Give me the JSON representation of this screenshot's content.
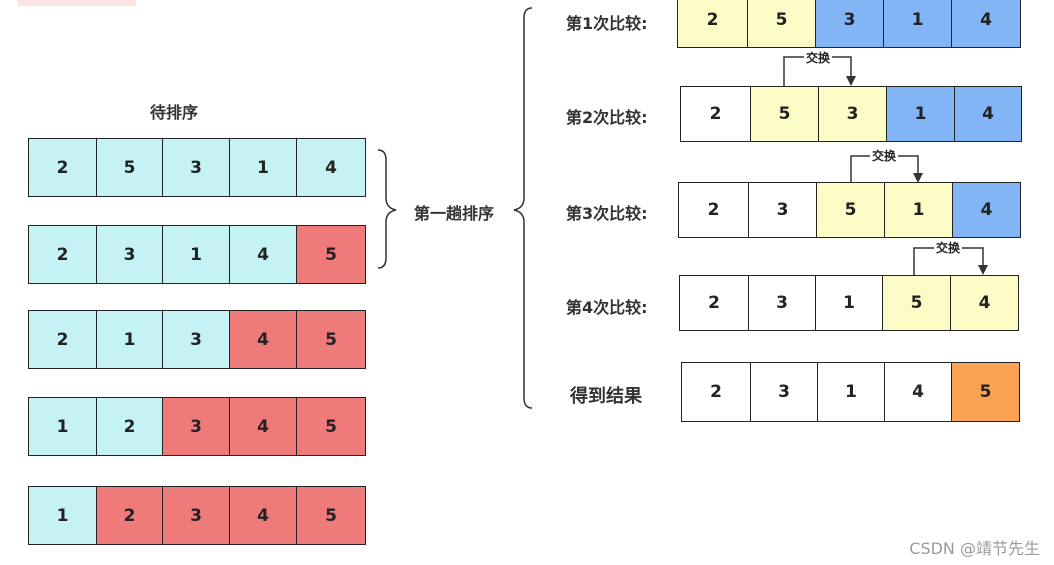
{
  "left": {
    "title": "待排序",
    "rows": [
      {
        "cells": [
          {
            "v": "2",
            "c": "cyan"
          },
          {
            "v": "5",
            "c": "cyan"
          },
          {
            "v": "3",
            "c": "cyan"
          },
          {
            "v": "1",
            "c": "cyan"
          },
          {
            "v": "4",
            "c": "cyan"
          }
        ]
      },
      {
        "cells": [
          {
            "v": "2",
            "c": "cyan"
          },
          {
            "v": "3",
            "c": "cyan"
          },
          {
            "v": "1",
            "c": "cyan"
          },
          {
            "v": "4",
            "c": "cyan"
          },
          {
            "v": "5",
            "c": "red"
          }
        ]
      },
      {
        "cells": [
          {
            "v": "2",
            "c": "cyan"
          },
          {
            "v": "1",
            "c": "cyan"
          },
          {
            "v": "3",
            "c": "cyan"
          },
          {
            "v": "4",
            "c": "red"
          },
          {
            "v": "5",
            "c": "red"
          }
        ]
      },
      {
        "cells": [
          {
            "v": "1",
            "c": "cyan"
          },
          {
            "v": "2",
            "c": "cyan"
          },
          {
            "v": "3",
            "c": "red"
          },
          {
            "v": "4",
            "c": "red"
          },
          {
            "v": "5",
            "c": "red"
          }
        ]
      },
      {
        "cells": [
          {
            "v": "1",
            "c": "cyan"
          },
          {
            "v": "2",
            "c": "red"
          },
          {
            "v": "3",
            "c": "red"
          },
          {
            "v": "4",
            "c": "red"
          },
          {
            "v": "5",
            "c": "red"
          }
        ]
      }
    ]
  },
  "middle": {
    "label": "第一趟排序"
  },
  "right": {
    "swap_label": "交换",
    "rows": [
      {
        "label": "第1次比较:",
        "cells": [
          {
            "v": "2",
            "c": "yellow"
          },
          {
            "v": "5",
            "c": "yellow"
          },
          {
            "v": "3",
            "c": "blue"
          },
          {
            "v": "1",
            "c": "blue"
          },
          {
            "v": "4",
            "c": "blue"
          }
        ]
      },
      {
        "label": "第2次比较:",
        "cells": [
          {
            "v": "2",
            "c": "white"
          },
          {
            "v": "5",
            "c": "yellow"
          },
          {
            "v": "3",
            "c": "yellow"
          },
          {
            "v": "1",
            "c": "blue"
          },
          {
            "v": "4",
            "c": "blue"
          }
        ]
      },
      {
        "label": "第3次比较:",
        "cells": [
          {
            "v": "2",
            "c": "white"
          },
          {
            "v": "3",
            "c": "white"
          },
          {
            "v": "5",
            "c": "yellow"
          },
          {
            "v": "1",
            "c": "yellow"
          },
          {
            "v": "4",
            "c": "blue"
          }
        ]
      },
      {
        "label": "第4次比较:",
        "cells": [
          {
            "v": "2",
            "c": "white"
          },
          {
            "v": "3",
            "c": "white"
          },
          {
            "v": "1",
            "c": "white"
          },
          {
            "v": "5",
            "c": "yellow"
          },
          {
            "v": "4",
            "c": "yellow"
          }
        ]
      },
      {
        "label": "得到结果",
        "cells": [
          {
            "v": "2",
            "c": "white"
          },
          {
            "v": "3",
            "c": "white"
          },
          {
            "v": "1",
            "c": "white"
          },
          {
            "v": "4",
            "c": "white"
          },
          {
            "v": "5",
            "c": "orange"
          }
        ]
      }
    ]
  },
  "colors": {
    "cyan": "#c5f3f5",
    "red": "#ee7a7a",
    "yellow": "#fdfbc6",
    "blue": "#82b5f5",
    "white": "#ffffff",
    "orange": "#fba352"
  },
  "watermark": "CSDN @靖节先生"
}
